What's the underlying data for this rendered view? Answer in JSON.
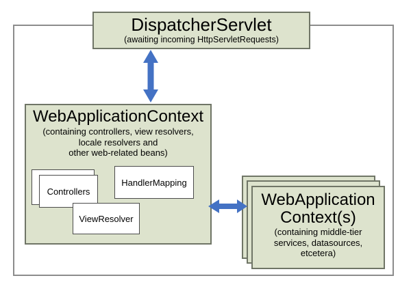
{
  "diagram": {
    "description": "Spring MVC DispatcherServlet context hierarchy diagram"
  },
  "colors": {
    "box_fill": "#dde3cd",
    "box_border": "#6f7566",
    "outer_border": "#8c8c8c",
    "arrow": "#4472c4",
    "inner_box_fill": "#ffffff",
    "inner_box_border": "#4a4a4a"
  },
  "dispatcher": {
    "title": "DispatcherServlet",
    "subtitle": "(awaiting incoming HttpServletRequests)"
  },
  "web_context": {
    "title": "WebApplicationContext",
    "subtitle_lines": [
      "(containing controllers, view resolvers,",
      "locale resolvers and",
      "other web-related beans)"
    ],
    "beans": {
      "controllers": "Controllers",
      "handler_mapping": "HandlerMapping",
      "view_resolver": "ViewResolver"
    }
  },
  "middle_tier_context": {
    "title_lines": [
      "WebApplication",
      "Context(s)"
    ],
    "subtitle_lines": [
      "(containing middle-tier",
      "services, datasources,",
      "etcetera)"
    ]
  }
}
